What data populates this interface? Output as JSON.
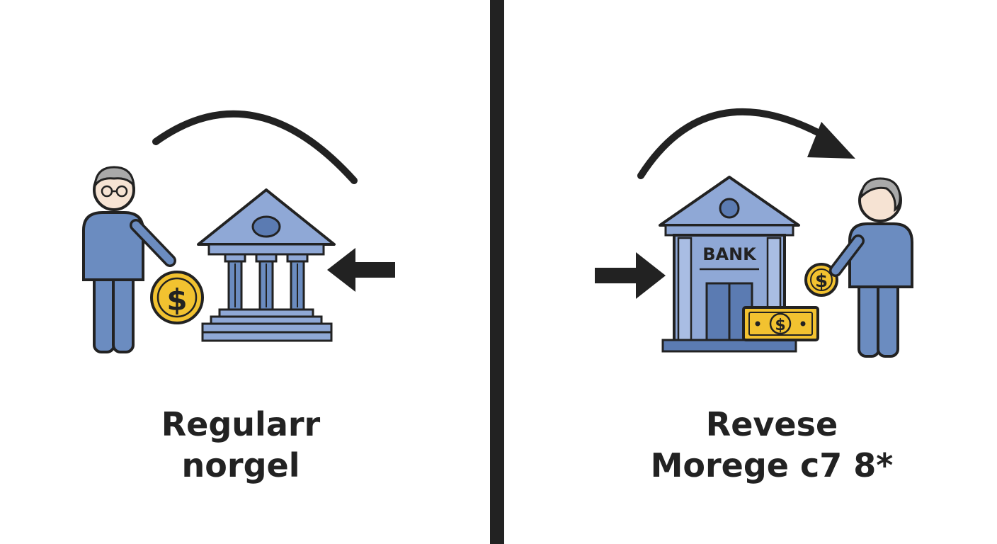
{
  "colors": {
    "ink": "#222222",
    "body_blue": "#6b8cc0",
    "bank_blue": "#8fa8d6",
    "bank_dark": "#5b7bb2",
    "coin_gold": "#f2c230",
    "hair_gray": "#a9a9a9",
    "skin": "#f6e3d3"
  },
  "left_panel": {
    "caption_line1": "Regularr",
    "caption_line2": "norgel",
    "coin_symbol": "$"
  },
  "right_panel": {
    "bank_sign": "BANK",
    "caption_line1": "Revese",
    "caption_line2": "Morege c7 8*",
    "coin_symbol": "$",
    "bill_symbol": "$"
  }
}
